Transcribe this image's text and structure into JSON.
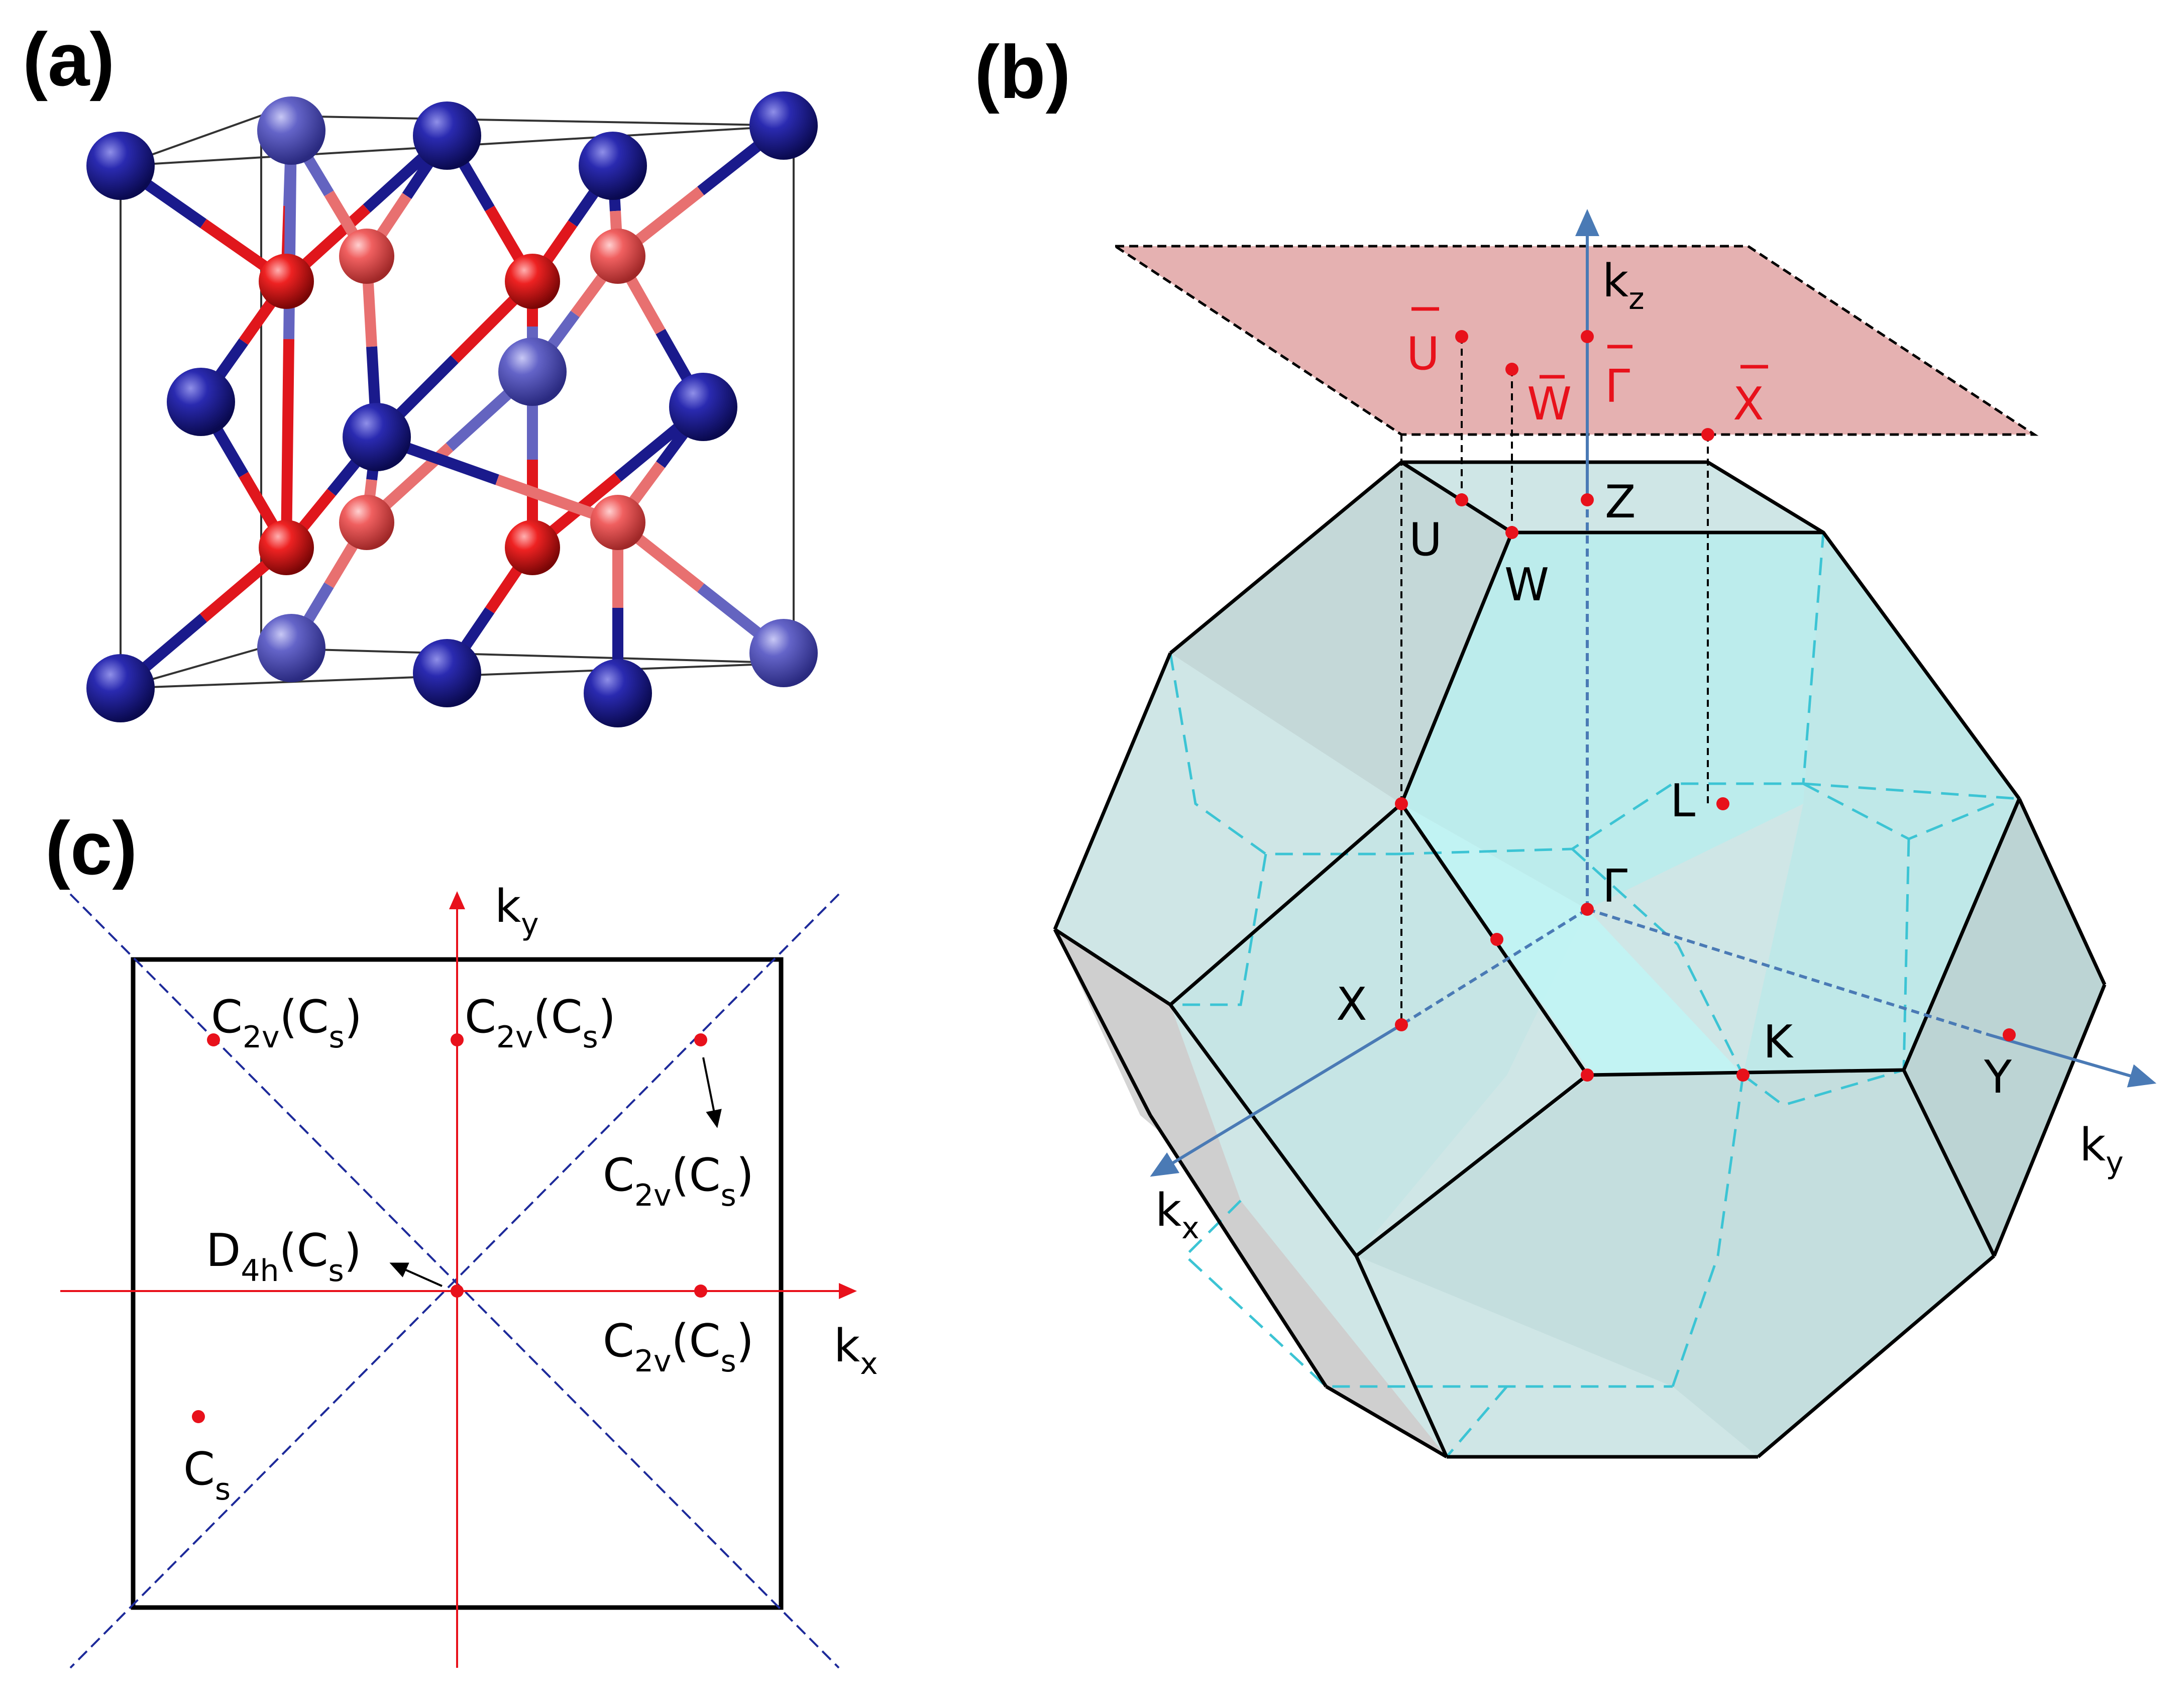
{
  "panels": {
    "a": "(a)",
    "b": "(b)",
    "c": "(c)"
  },
  "colors": {
    "blue_atom": "#1a1a8c",
    "red_atom": "#e0161c",
    "plane": "#e0a3a3",
    "bz_face": "#c6eeee",
    "axis_blue": "#4a7ab5",
    "axis_red": "#e8111b",
    "point_red": "#e8111b"
  },
  "panel_b": {
    "surface_points": [
      {
        "name": "U",
        "bar": true
      },
      {
        "name": "W",
        "bar": true
      },
      {
        "name": "Γ",
        "bar": true
      },
      {
        "name": "X",
        "bar": true
      }
    ],
    "bulk_points": [
      "U",
      "W",
      "Z",
      "L",
      "Γ",
      "X",
      "K",
      "Y"
    ],
    "axes": {
      "kz": {
        "main": "k",
        "sub": "z"
      },
      "kx": {
        "main": "k",
        "sub": "x"
      },
      "ky": {
        "main": "k",
        "sub": "y"
      }
    }
  },
  "panel_c": {
    "axes": {
      "kx": {
        "main": "k",
        "sub": "x"
      },
      "ky": {
        "main": "k",
        "sub": "y"
      }
    },
    "labels": [
      {
        "main": "C",
        "sub": "2v",
        "paren": "(C",
        "psub": "s",
        "close": ")"
      },
      {
        "main": "C",
        "sub": "2v",
        "paren": "(C",
        "psub": "s",
        "close": ")"
      },
      {
        "main": "C",
        "sub": "2v",
        "paren": "(C",
        "psub": "s",
        "close": ")"
      },
      {
        "main": "D",
        "sub": "4h",
        "paren": "(C",
        "psub": "s",
        "close": ")"
      },
      {
        "main": "C",
        "sub": "2v",
        "paren": "(C",
        "psub": "s",
        "close": ")"
      },
      {
        "main": "C",
        "sub": "s",
        "paren": "",
        "psub": "",
        "close": ""
      }
    ]
  }
}
